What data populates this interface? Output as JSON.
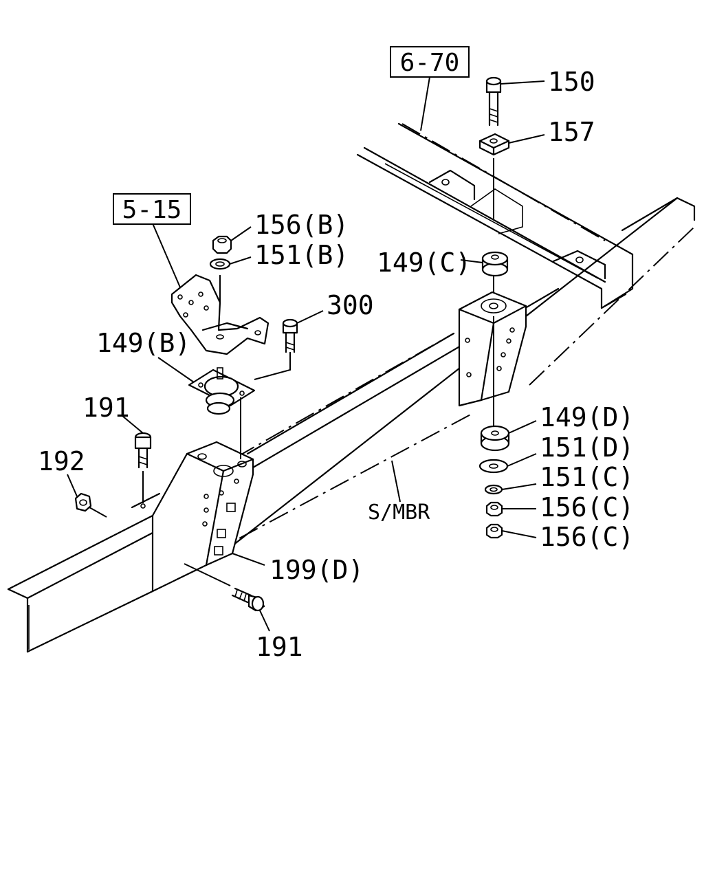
{
  "references": {
    "ref_6_70": "6-70",
    "ref_5_15": "5-15"
  },
  "callouts": {
    "p150": "150",
    "p157": "157",
    "p156b": "156(B)",
    "p151b": "151(B)",
    "p300": "300",
    "p149b": "149(B)",
    "p149c": "149(C)",
    "p191_top": "191",
    "p192": "192",
    "p149d": "149(D)",
    "p151d": "151(D)",
    "p151c": "151(C)",
    "p156c_1": "156(C)",
    "p156c_2": "156(C)",
    "p199d": "199(D)",
    "p191_bottom": "191"
  },
  "member_label": "S/MBR"
}
